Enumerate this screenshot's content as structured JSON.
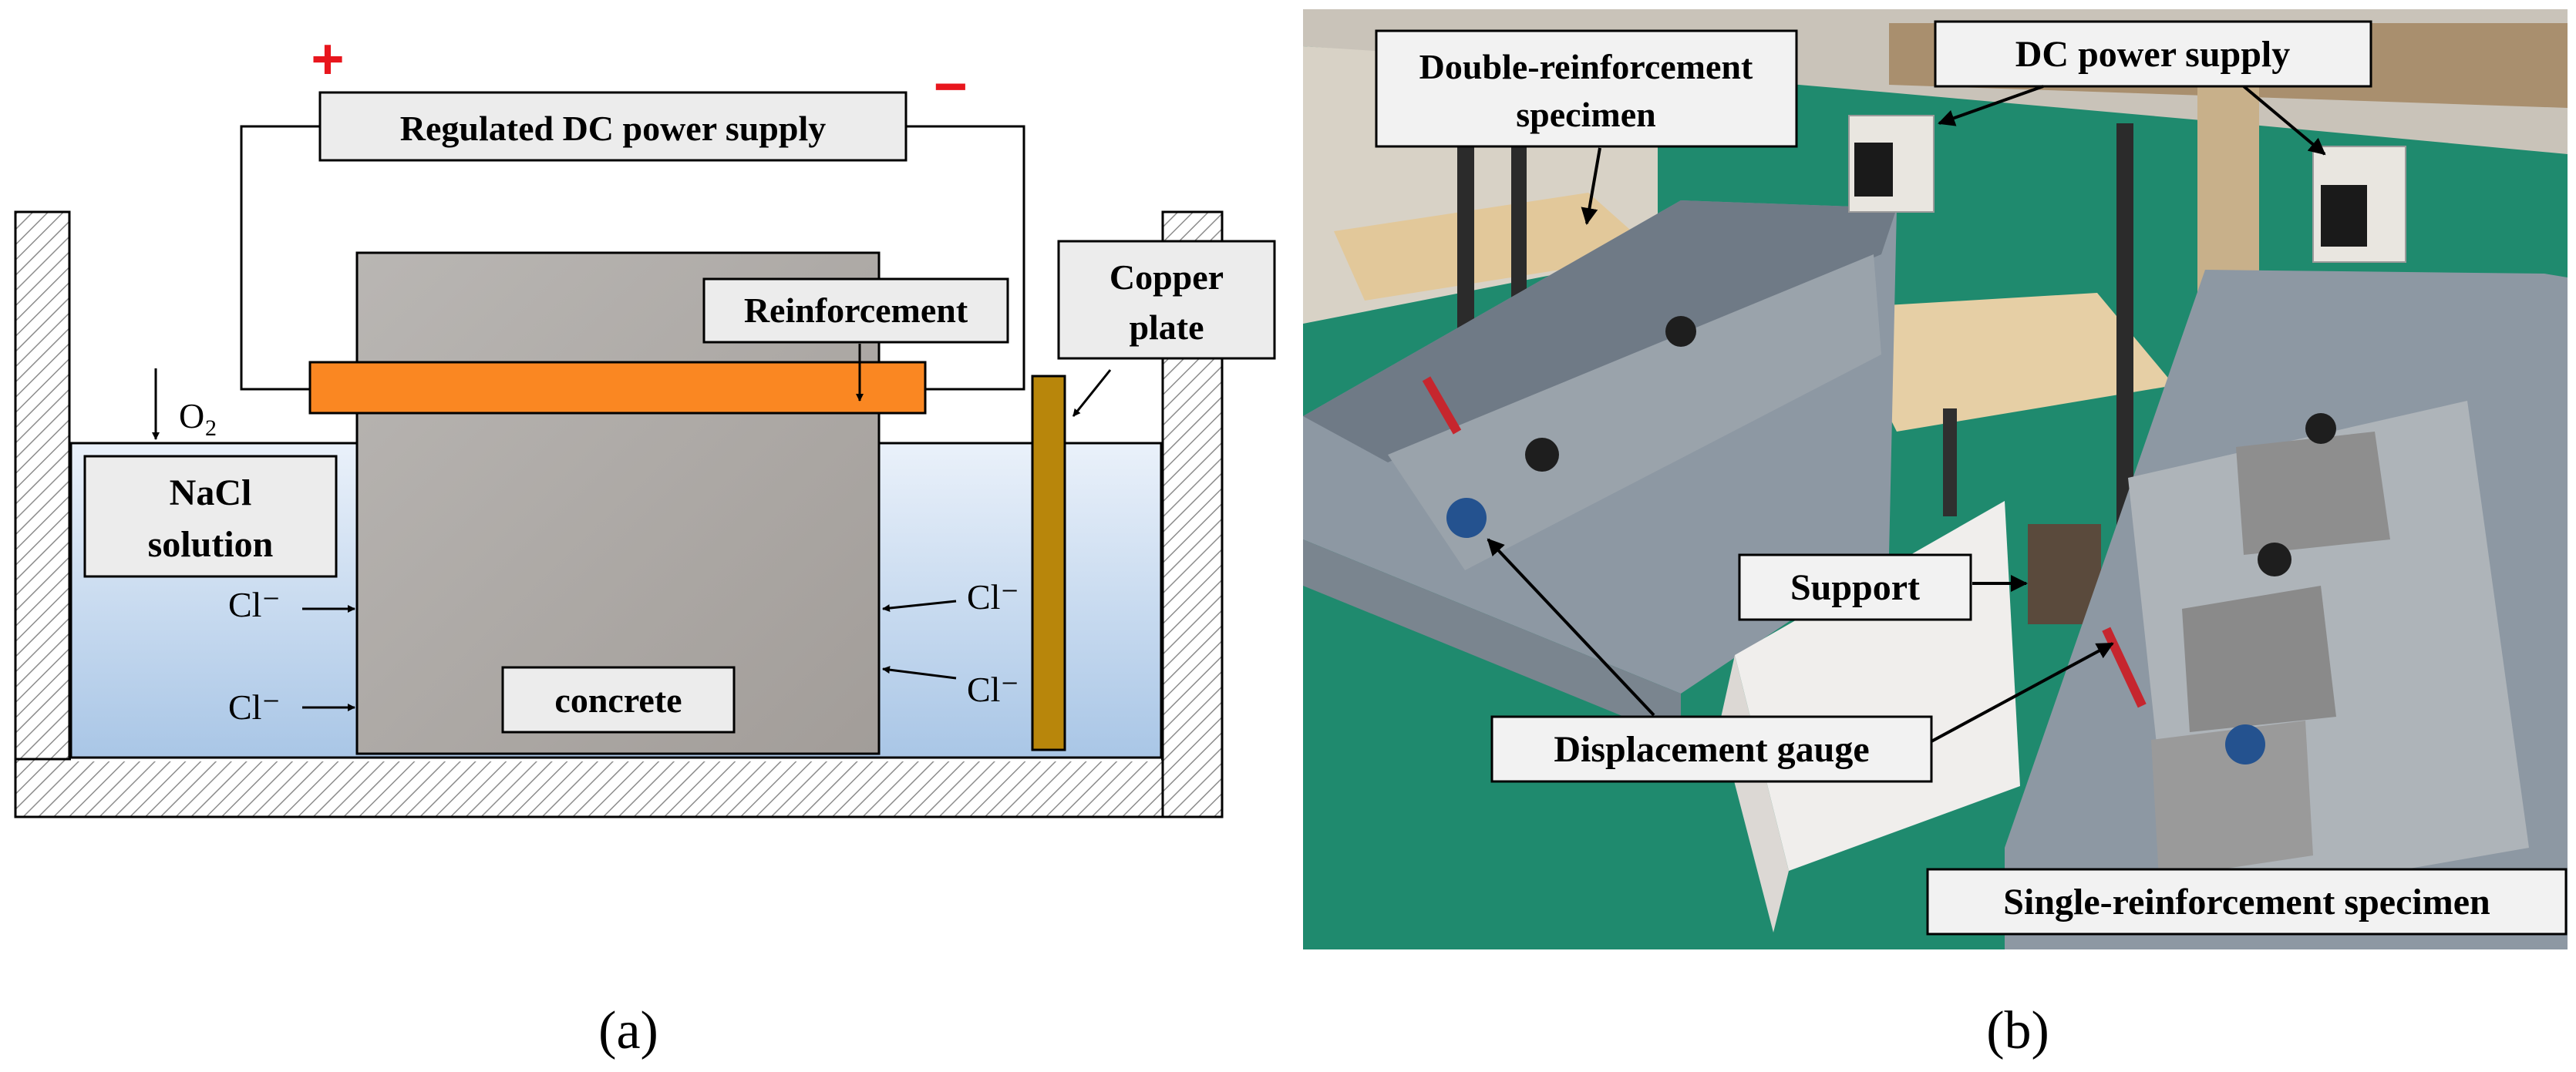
{
  "panel_a": {
    "power_supply": "Regulated DC power supply",
    "plus_sign": "+",
    "minus_sign": "−",
    "reinforcement": "Reinforcement",
    "copper_plate": [
      "Copper",
      "plate"
    ],
    "o2_base": "O",
    "o2_sub": "2",
    "nacl": [
      "NaCl",
      "solution"
    ],
    "chloride": "Cl⁻",
    "concrete": "concrete",
    "caption": "(a)"
  },
  "panel_b": {
    "double_spec": [
      "Double-reinforcement",
      "specimen"
    ],
    "dc_supply": "DC power supply",
    "support": "Support",
    "displacement_gauge": "Displacement gauge",
    "single_spec": "Single-reinforcement specimen",
    "caption": "(b)"
  },
  "colors": {
    "solution": "#c8daee",
    "concrete": "#aaa6a3",
    "reinforcement": "#fa8722",
    "copper": "#b8860b",
    "plus": "#e8161d",
    "minus": "#e8161d",
    "hatch": "#8c8c8c",
    "floor": "#1f8a6e",
    "bin": "#8d98a3"
  }
}
